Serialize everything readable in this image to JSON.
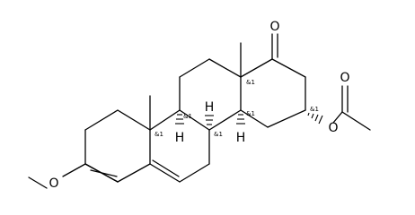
{
  "molecule": {
    "atoms": {
      "ketone_oxygen": "O",
      "ester_ether_oxygen": "O",
      "ester_carbonyl_oxygen": "O",
      "methoxy_oxygen": "O",
      "h_c8": "H",
      "h_c9": "H",
      "h_c14": "H"
    },
    "stereo_labels": {
      "c13": "&1",
      "c10": "&1",
      "c9": "&1",
      "c8": "&1",
      "c14": "&1",
      "c16": "&1"
    }
  }
}
